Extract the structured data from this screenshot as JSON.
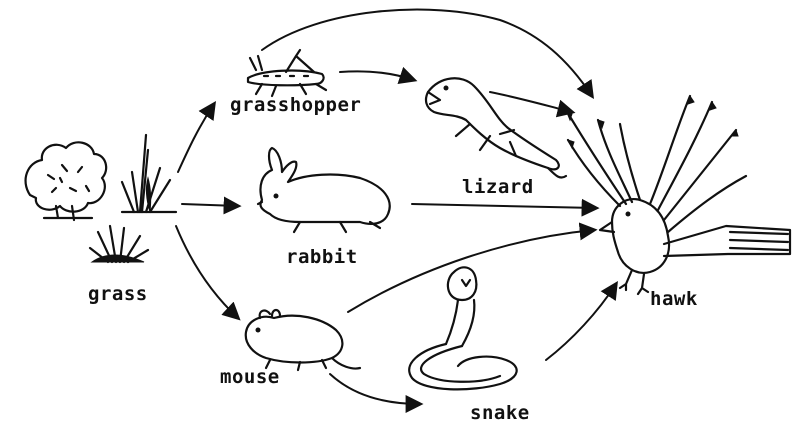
{
  "organisms": {
    "grass": "grass",
    "grasshopper": "grasshopper",
    "rabbit": "rabbit",
    "mouse": "mouse",
    "lizard": "lizard",
    "snake": "snake",
    "hawk": "hawk"
  },
  "feeding_links": [
    {
      "from": "grass",
      "to": "grasshopper"
    },
    {
      "from": "grass",
      "to": "rabbit"
    },
    {
      "from": "grass",
      "to": "mouse"
    },
    {
      "from": "grasshopper",
      "to": "lizard"
    },
    {
      "from": "grasshopper",
      "to": "hawk"
    },
    {
      "from": "lizard",
      "to": "hawk"
    },
    {
      "from": "rabbit",
      "to": "hawk"
    },
    {
      "from": "mouse",
      "to": "hawk"
    },
    {
      "from": "mouse",
      "to": "snake"
    },
    {
      "from": "snake",
      "to": "hawk"
    }
  ],
  "colors": {
    "ink": "#111111",
    "background": "#ffffff"
  }
}
